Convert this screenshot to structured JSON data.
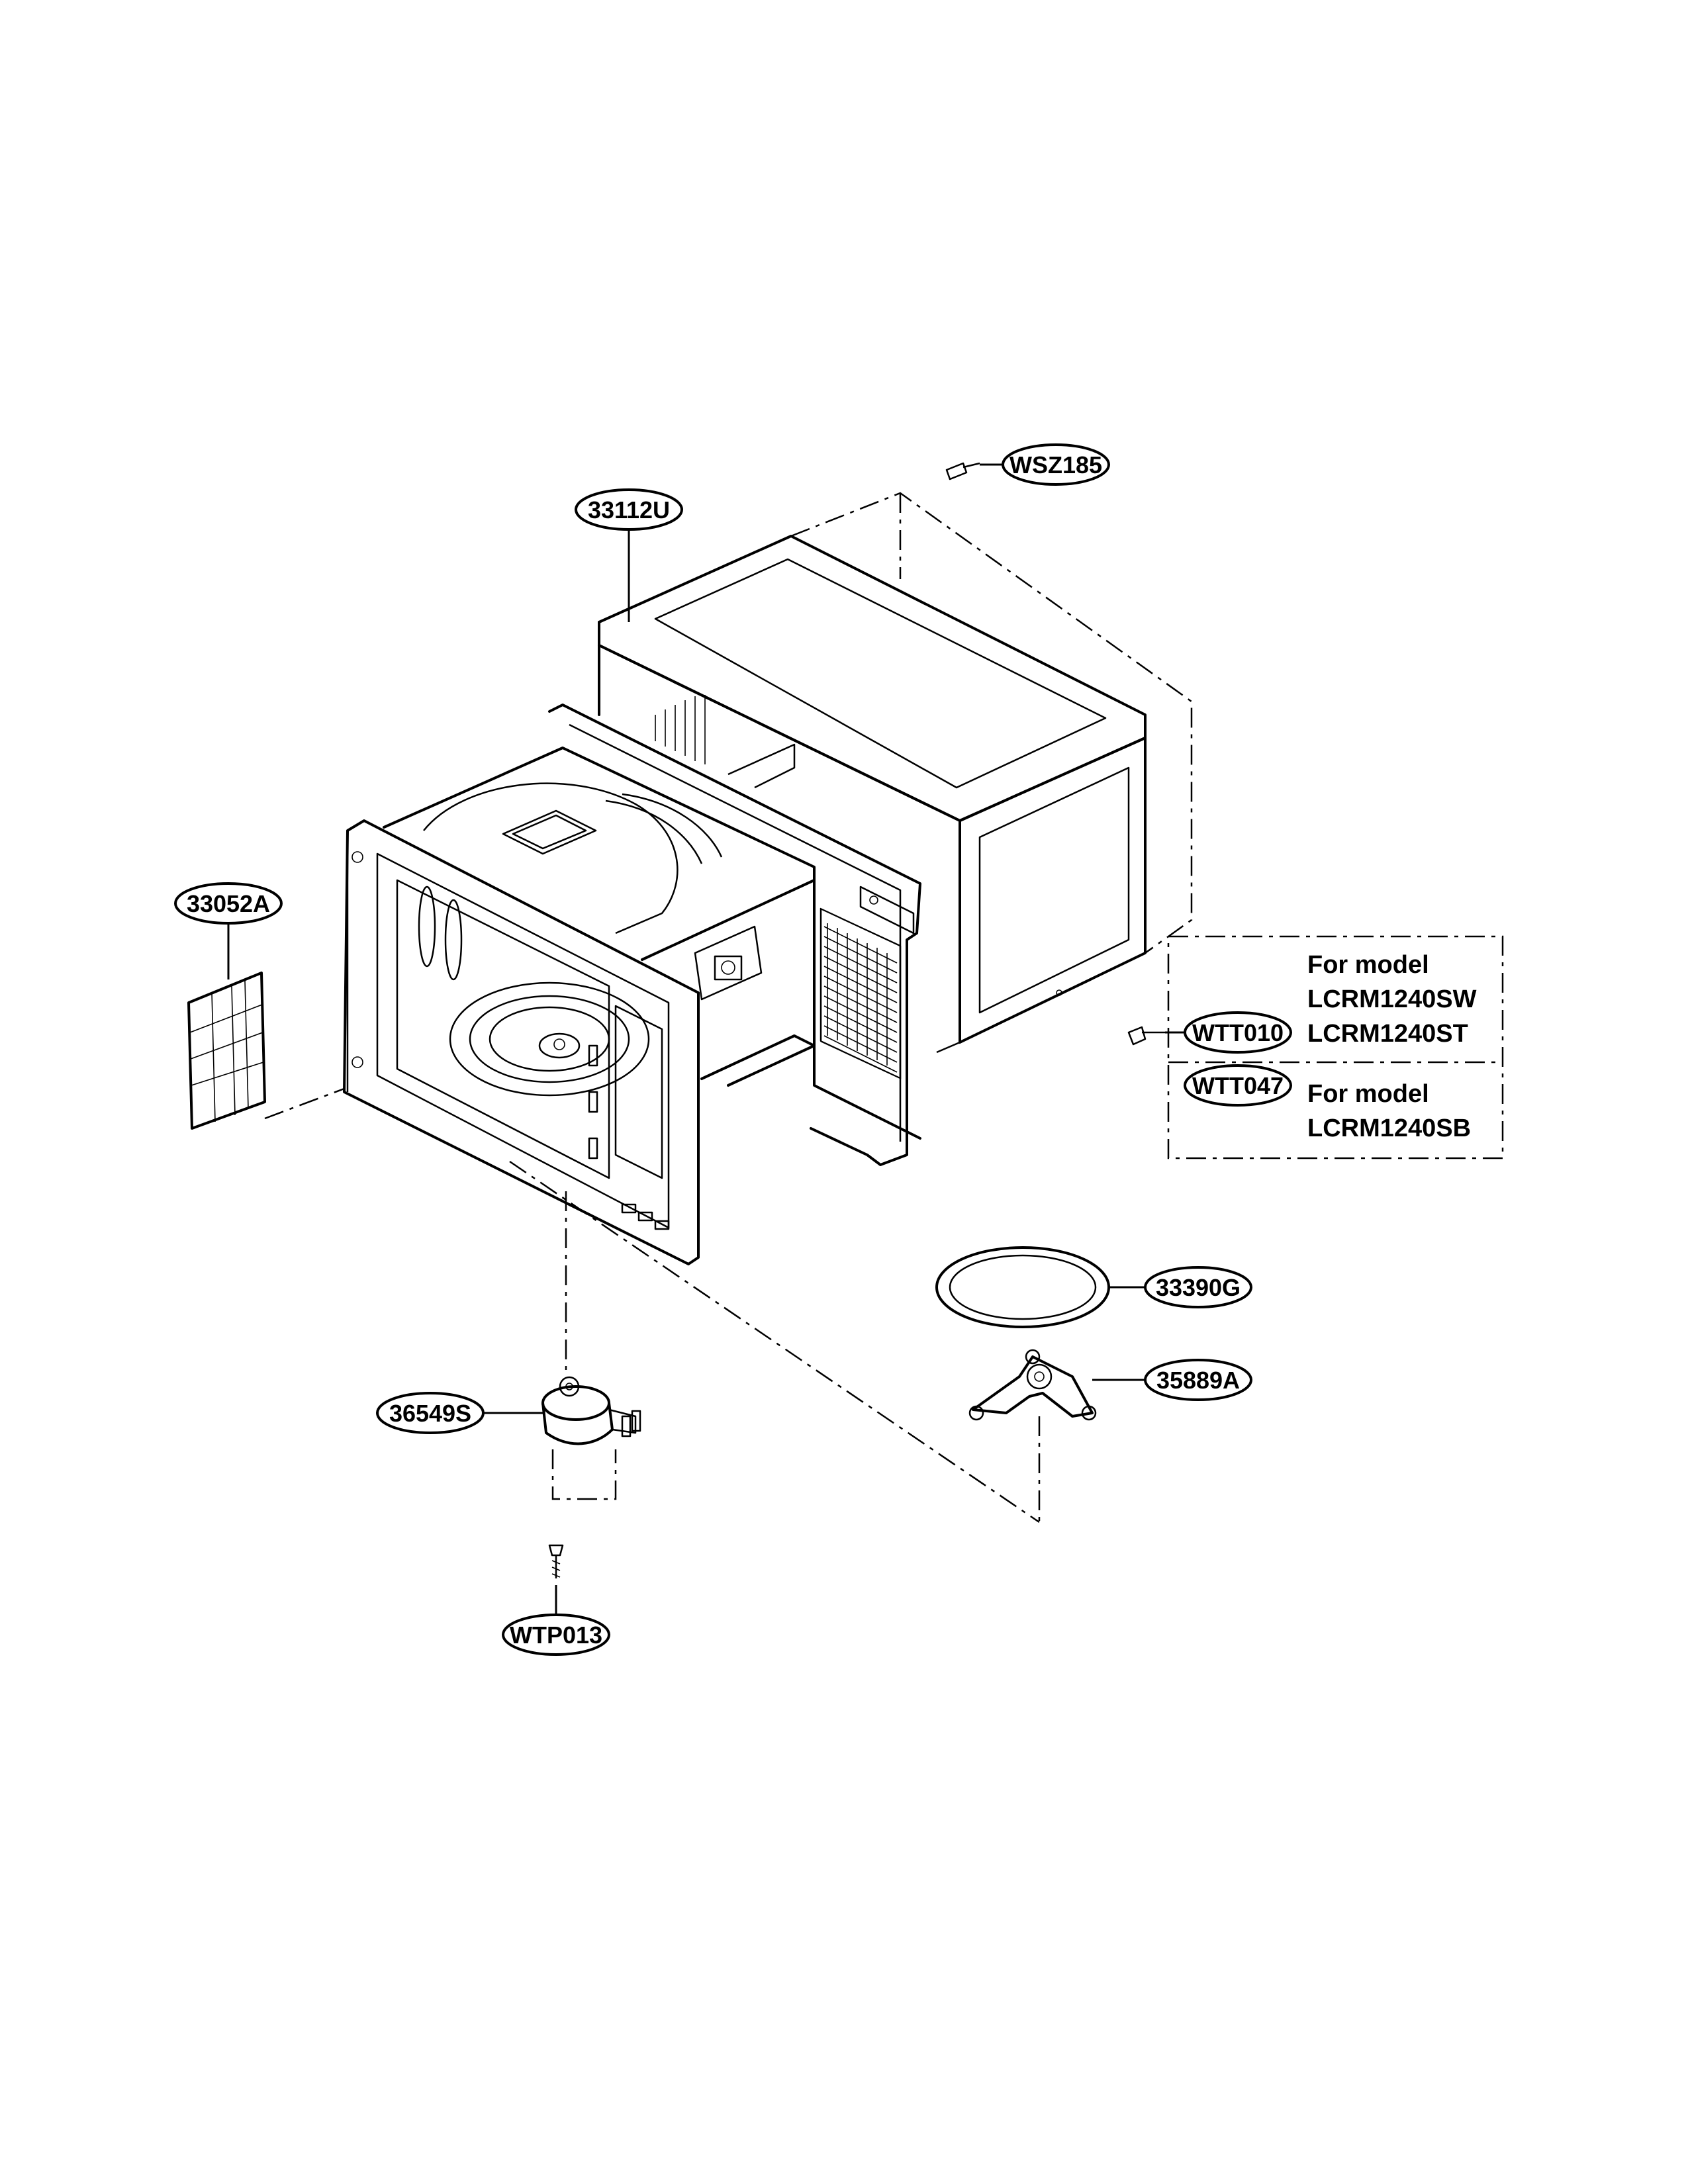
{
  "diagram": {
    "callouts": {
      "c33112U": "33112U",
      "cWSZ185": "WSZ185",
      "c33052A": "33052A",
      "cWTT010": "WTT010",
      "cWTT047": "WTT047",
      "c33390G": "33390G",
      "c35889A": "35889A",
      "c36549S": "36549S",
      "cWTP013": "WTP013"
    },
    "notes": {
      "note1_line1": "For model",
      "note1_line2": "LCRM1240SW",
      "note1_line3": "LCRM1240ST",
      "note2_line1": "For model",
      "note2_line2": "LCRM1240SB"
    },
    "parts": {
      "cabinet": "outer-cabinet",
      "cavity": "oven-cavity-assembly",
      "filter": "grease-filter",
      "tray": "glass-tray",
      "roller": "roller-guide",
      "motor": "turntable-motor",
      "screw_top": "screw",
      "screw_side": "screw",
      "screw_bottom": "screw"
    }
  }
}
